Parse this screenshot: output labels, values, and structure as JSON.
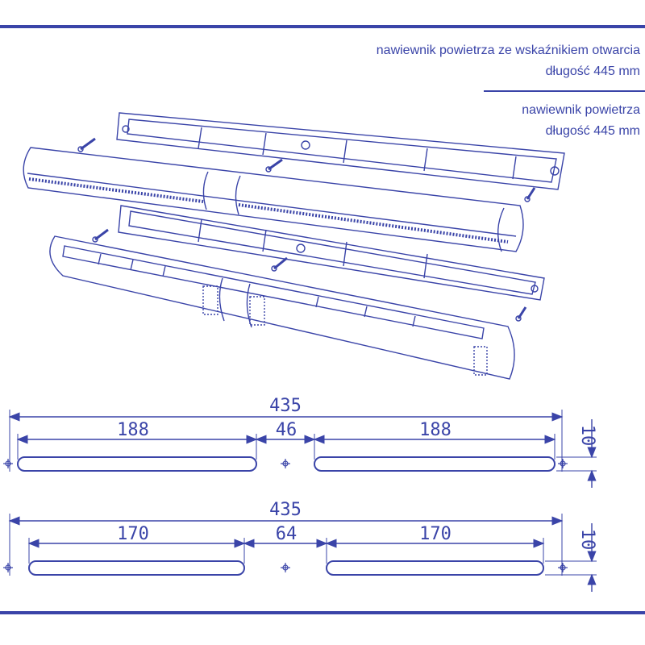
{
  "product_a": {
    "name": "nawiewnik powietrza ze wskaźnikiem otwarcia",
    "length": "długość 445 mm"
  },
  "product_b": {
    "name": "nawiewnik powietrza",
    "length": "długość 445 mm"
  },
  "drawing_a": {
    "total": "435",
    "left_slot": "188",
    "gap": "46",
    "right_slot": "188",
    "height": "10"
  },
  "drawing_b": {
    "total": "435",
    "left_slot": "170",
    "gap": "64",
    "right_slot": "170",
    "height": "10"
  },
  "colors": {
    "line": "#3a44a8"
  }
}
